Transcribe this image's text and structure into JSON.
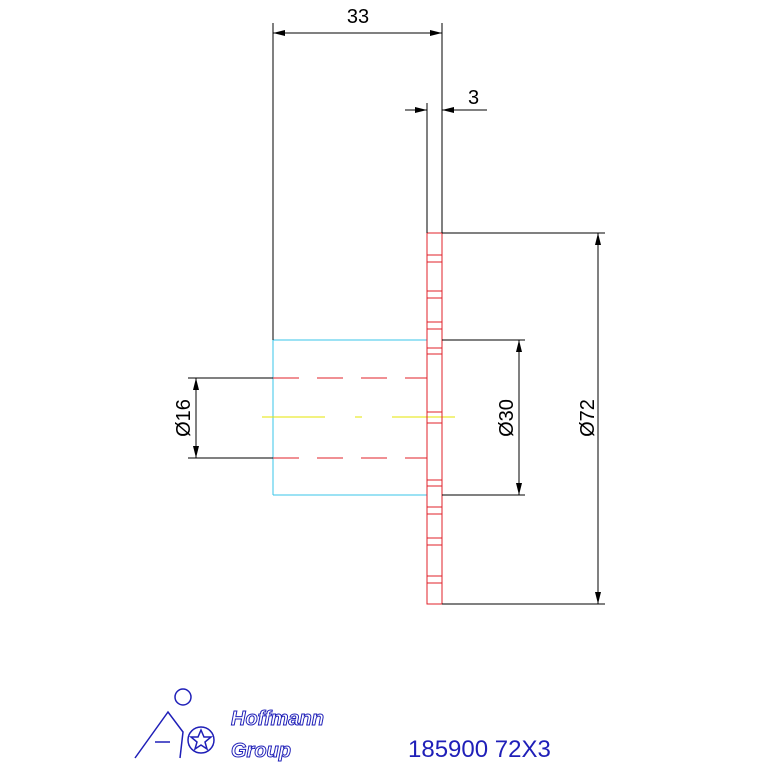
{
  "dimensions": {
    "length": "33",
    "thickness": "3",
    "bore_diameter": "Ø16",
    "hub_diameter": "Ø30",
    "outer_diameter": "Ø72"
  },
  "colors": {
    "dimension": "#000000",
    "disc": "#e0202a",
    "hub": "#39c6e8",
    "centerline": "#e6e600",
    "hidden": "#e0202a",
    "brand": "#1f1fb8"
  },
  "logo": {
    "line1": "Hoffmann",
    "line2": "Group"
  },
  "part_code": "185900 72X3"
}
